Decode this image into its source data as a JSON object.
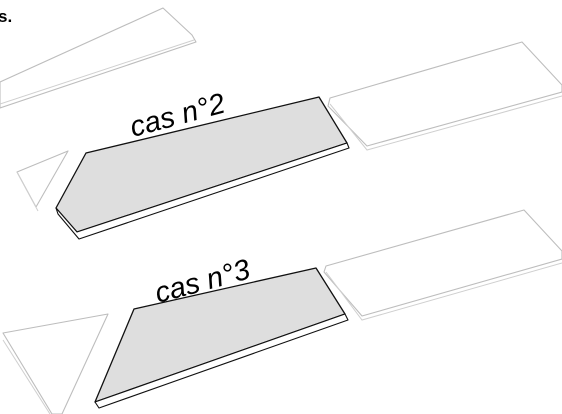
{
  "header": {
    "fragment_text": "s."
  },
  "cases": [
    {
      "label": "cas n°2"
    },
    {
      "label": "cas n°3"
    }
  ],
  "colors": {
    "piece_fill": "#dedede",
    "piece_stroke": "#111111",
    "ghost_stroke": "#bdbdbd",
    "background": "#ffffff"
  }
}
